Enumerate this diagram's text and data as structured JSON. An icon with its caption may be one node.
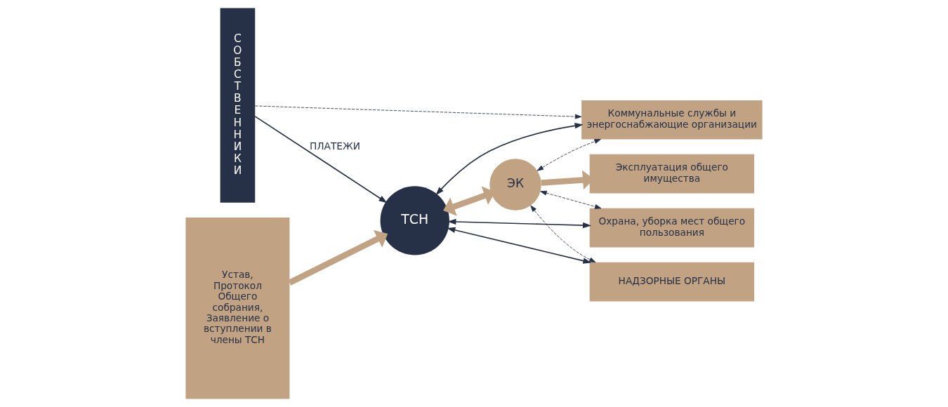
{
  "diagram": {
    "nodes": [
      {
        "text": [
          "СОБСТВЕННИКИ"
        ]
      },
      {
        "text": [
          "Устав, Протокол Общего собрания, Заявление о вступлении в члены ТСН"
        ]
      },
      {
        "text": [
          "ТСН"
        ]
      },
      {
        "text": [
          "ЭК"
        ]
      },
      {
        "text": [
          "НАДЗОРНЫЕ ОРГАНЫ"
        ]
      },
      {
        "text": [
          "Эксплуатация общего имущества"
        ]
      },
      {
        "text": [
          "Охрана, уборка мест общего пользования"
        ]
      },
      {
        "text": [
          "Коммунальные службы и энергоснабжающие организации"
        ]
      }
    ],
    "edges": [
      {
        "from": 1,
        "to": 2,
        "arrow": "to",
        "style": "thick",
        "color": "#c1a383"
      },
      {
        "from": 2,
        "to": 3,
        "arrow": "both",
        "style": "thick",
        "color": "#c1a383"
      },
      {
        "from": 3,
        "to": 5,
        "arrow": "to",
        "style": "thick",
        "color": "#c1a383"
      },
      {
        "from": 2,
        "to": 4,
        "arrow": "both"
      },
      {
        "from": 3,
        "to": 4,
        "arrow": "both",
        "style": "dashed"
      },
      {
        "from": 2,
        "to": 6,
        "arrow": "both"
      },
      {
        "from": 3,
        "to": 6,
        "arrow": "both",
        "style": "dashed"
      },
      {
        "from": 2,
        "to": 7,
        "arrow": "both"
      },
      {
        "from": 3,
        "to": 7,
        "arrow": "both",
        "style": "dashed"
      },
      {
        "from": 0,
        "to": 2,
        "arrow": "to",
        "label": "ПЛАТЕЖИ"
      },
      {
        "from": 0,
        "to": 7,
        "arrow": "to",
        "style": "dashed"
      }
    ]
  }
}
